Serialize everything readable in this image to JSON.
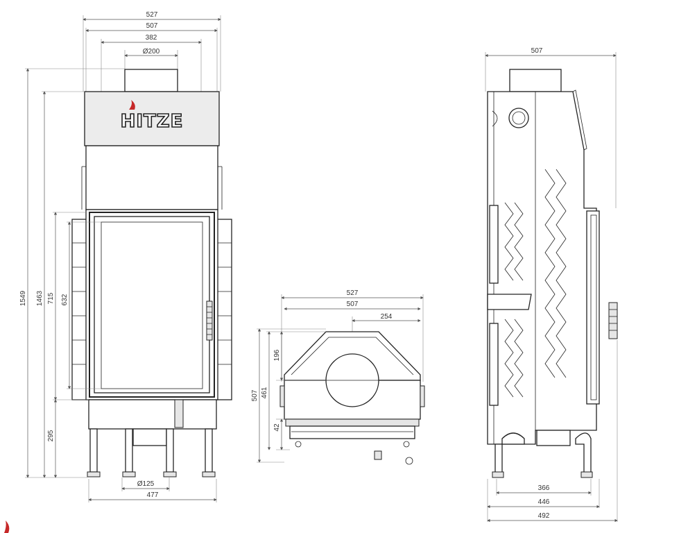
{
  "brand": "HITZE",
  "front_view": {
    "dims": {
      "w527": "527",
      "w507": "507",
      "w382": "382",
      "flue": "Ø200",
      "h1549": "1549",
      "h1463": "1463",
      "h715": "715",
      "h632": "632",
      "h295": "295",
      "leg_dia": "Ø125",
      "w477": "477"
    }
  },
  "top_view": {
    "dims": {
      "w527": "527",
      "w507": "507",
      "w254": "254",
      "h196": "196",
      "h507": "507",
      "h461": "461",
      "h42": "42"
    }
  },
  "side_view": {
    "dims": {
      "w507": "507",
      "w366": "366",
      "w446": "446",
      "w492": "492"
    }
  }
}
